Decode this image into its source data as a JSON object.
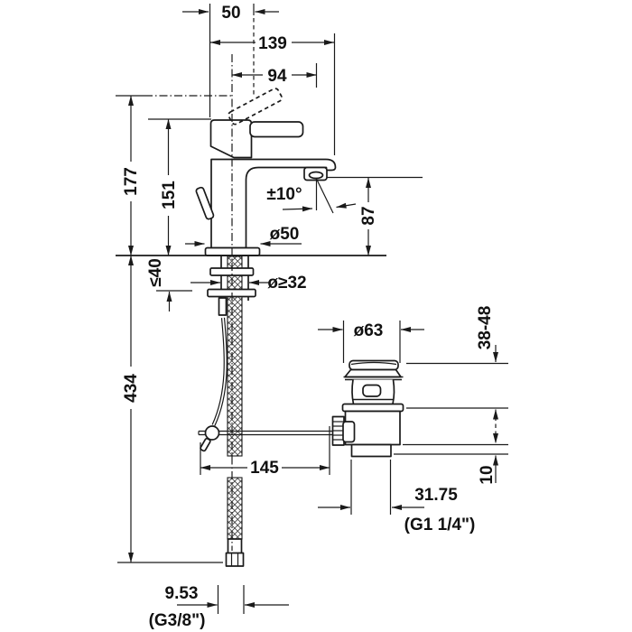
{
  "drawing": {
    "kind": "faucet-installation-dimension-drawing",
    "labels": {
      "d50": "50",
      "d139": "139",
      "d94": "94",
      "d177": "177",
      "d151": "151",
      "angle": "±10°",
      "d87": "87",
      "dia50": "ø50",
      "max40": "≤40",
      "dia32": "ø≥32",
      "d434": "434",
      "dia63": "ø63",
      "range3848": "38-48",
      "d145": "145",
      "d10": "10",
      "d3175": "31.75",
      "g114": "(G1 1/4\")",
      "d953": "9.53",
      "g38": "(G3/8\")"
    },
    "colors": {
      "line": "#1a1a1a",
      "text": "#111111",
      "background": "#ffffff"
    }
  }
}
